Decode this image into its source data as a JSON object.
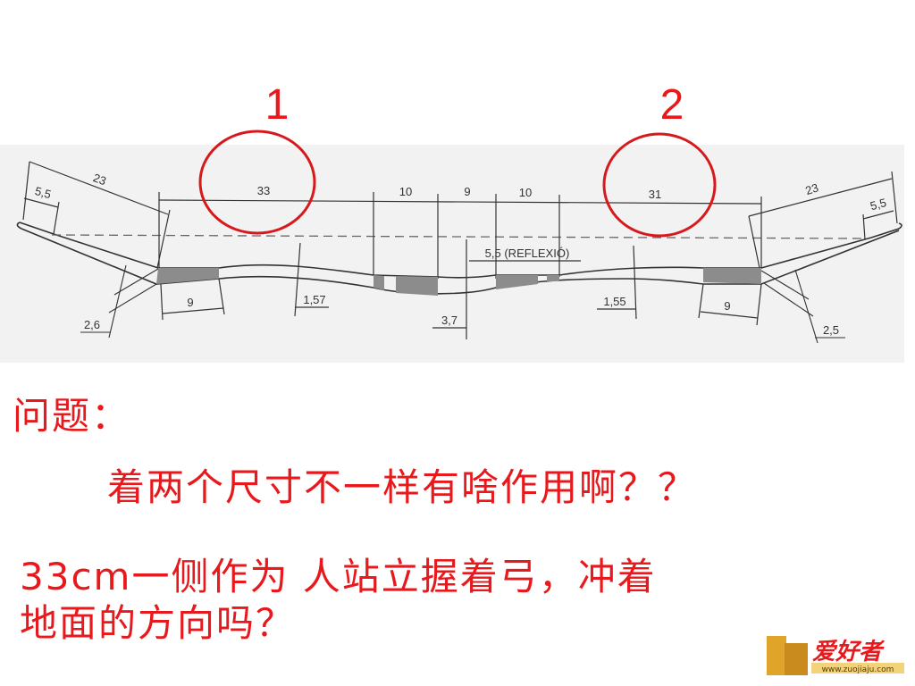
{
  "markers": [
    {
      "label": "1",
      "highlighted_value": "33"
    },
    {
      "label": "2",
      "highlighted_value": "31"
    }
  ],
  "dimensions": {
    "left_limb": "23",
    "left_tip": "5,5",
    "grip_left": "33",
    "handle_a": "10",
    "handle_b": "9",
    "handle_c": "10",
    "grip_right": "31",
    "right_limb": "23",
    "right_tip": "5,5",
    "reflex": "5,5 (REFLEXIÓ)",
    "left_block": "9",
    "right_block": "9",
    "left_thickness": "1,57",
    "right_thickness": "1,55",
    "center_thickness": "3,7",
    "left_angle": "2,6",
    "right_angle": "2,5"
  },
  "question": {
    "heading": "问题：",
    "line1": "着两个尺寸不一样有啥作用啊？？",
    "line2": "33cm一侧作为 人站立握着弓，冲着",
    "line3": "地面的方向吗？"
  },
  "logo": {
    "text": "爱好者",
    "url": "www.zuojiaju.com"
  },
  "colors": {
    "accent": "#e8191c",
    "drawing_bg": "#f2f2f2",
    "ink": "#333333"
  }
}
